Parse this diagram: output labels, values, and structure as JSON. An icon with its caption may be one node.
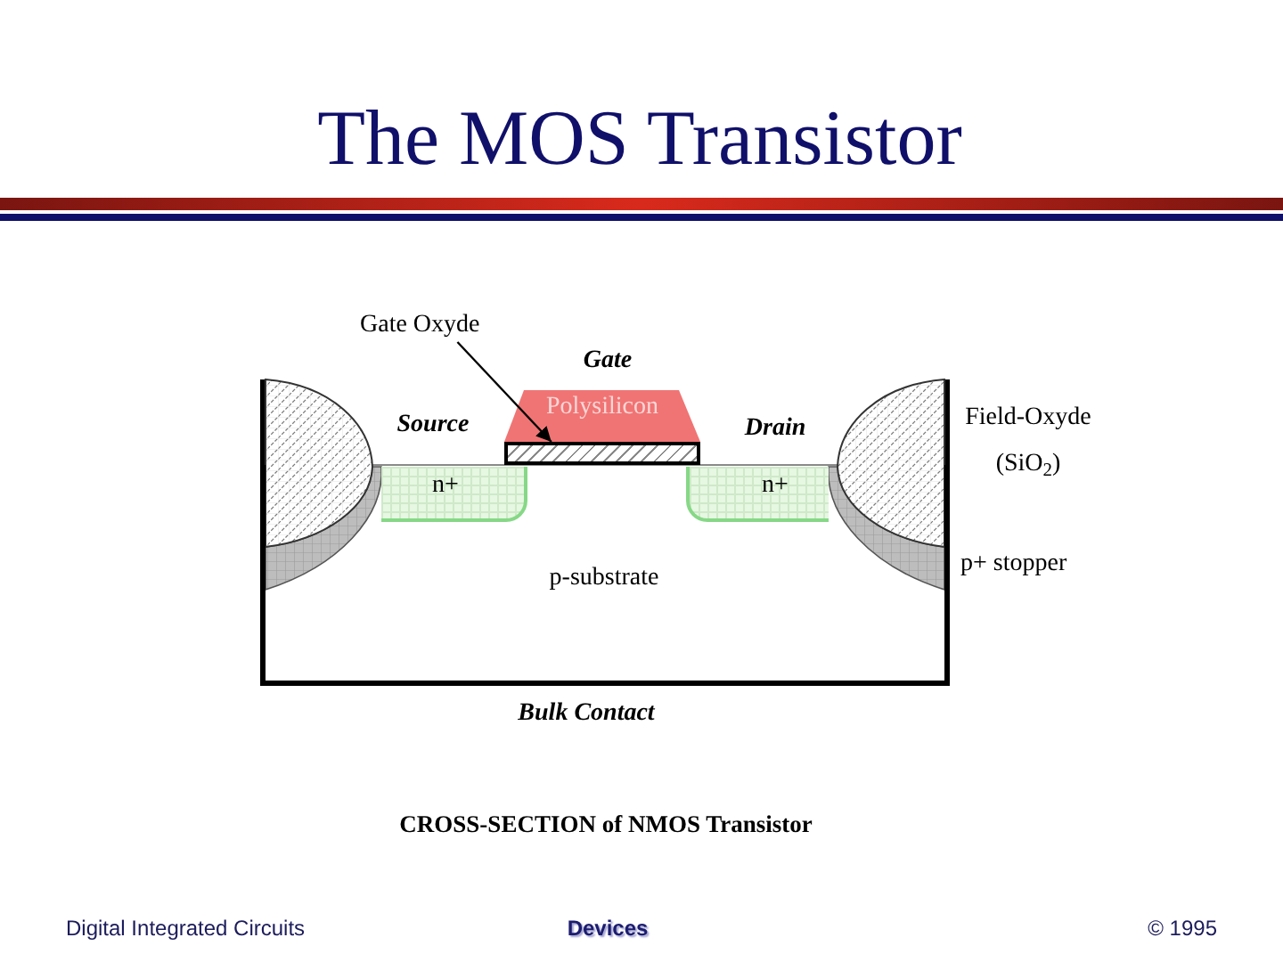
{
  "diagram": {
    "title": "The MOS Transistor",
    "caption": "CROSS-SECTION of NMOS Transistor",
    "nodes": [
      {
        "text": [
          "Gate Oxyde"
        ]
      },
      {
        "text": [
          "Polysilicon"
        ]
      },
      {
        "text": [],
        "shape": "box"
      },
      {
        "text": [
          "p-substrate"
        ]
      },
      {
        "text": [
          "n+"
        ],
        "in": 3
      },
      {
        "text": [
          "n+"
        ],
        "in": 3
      }
    ],
    "edges": [
      {
        "from": 0,
        "to": 2,
        "arrow": "to"
      }
    ],
    "labels": [
      "Gate",
      "Source",
      "Drain",
      "Field-Oxyde (SiO$_{2}$)",
      "p+ stopper",
      "Bulk Contact",
      "Digital Integrated Circuits",
      "Devices",
      "© 1995"
    ]
  }
}
